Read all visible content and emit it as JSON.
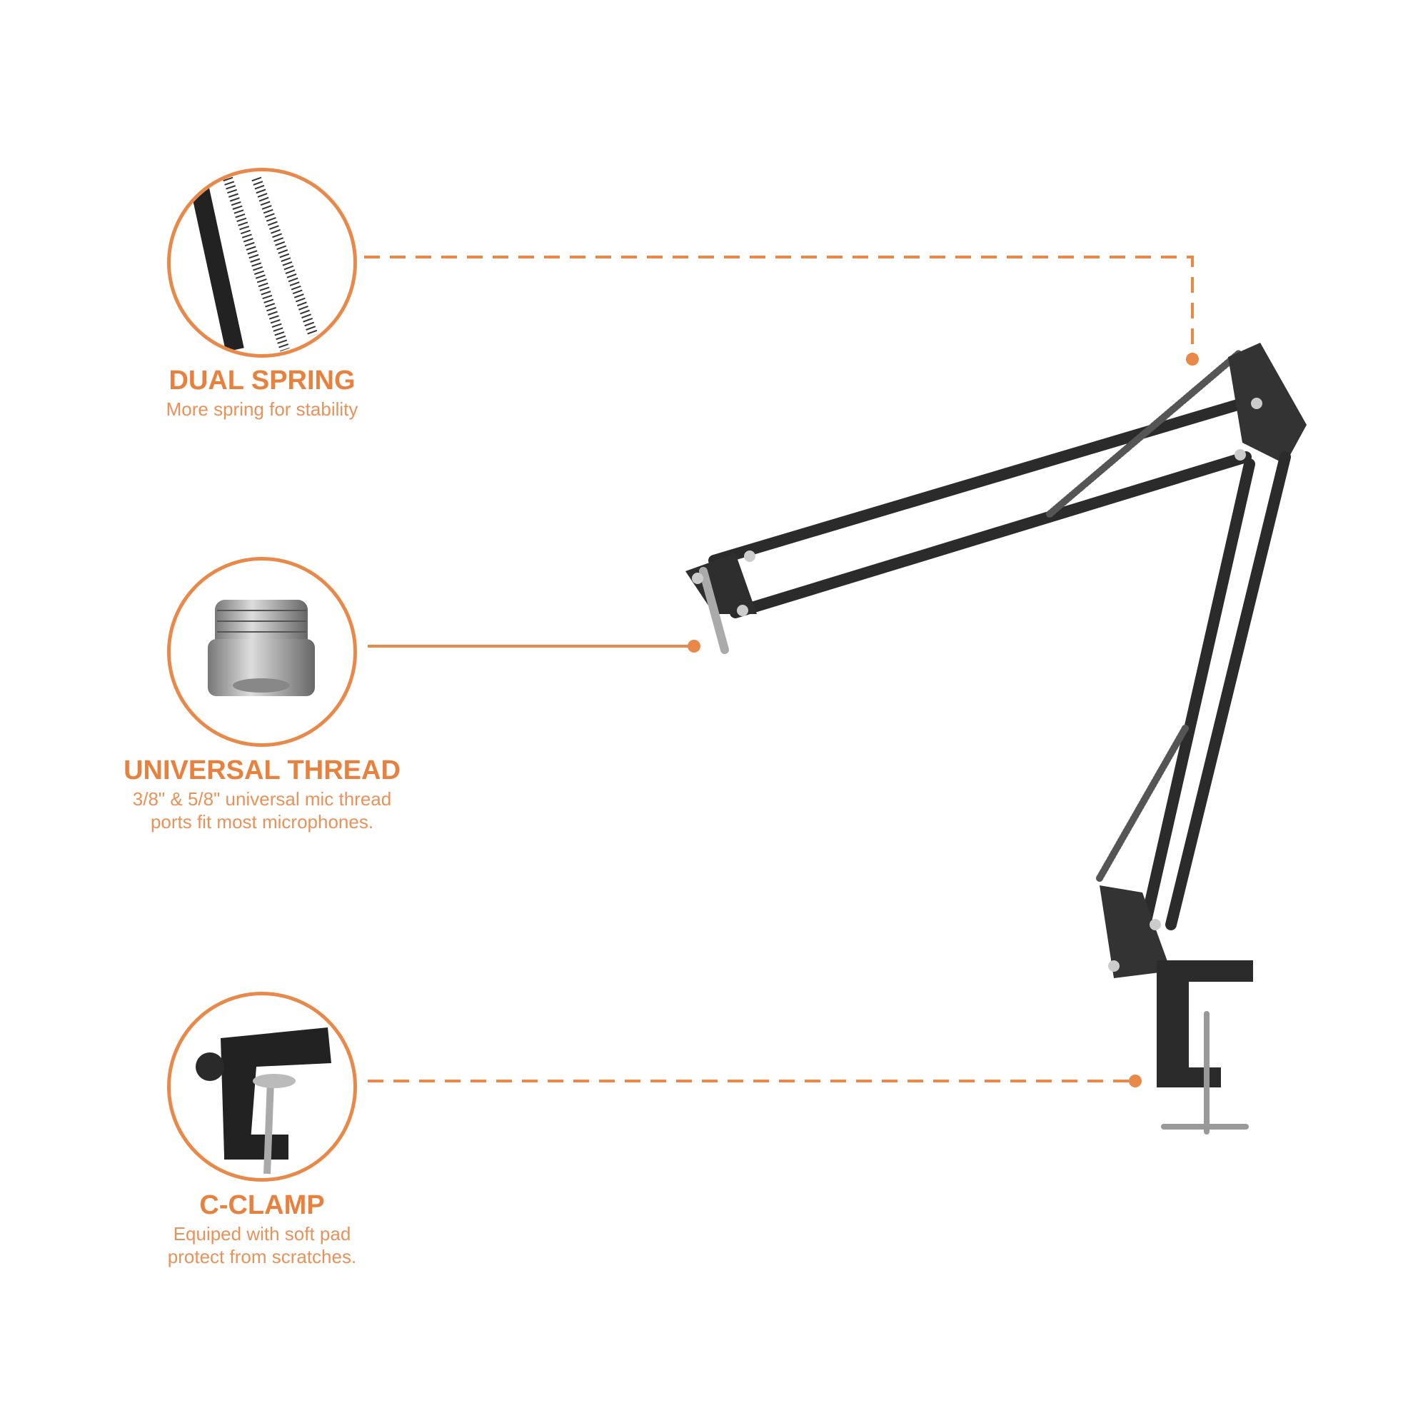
{
  "accent_color": "#e8813e",
  "features": [
    {
      "title": "DUAL SPRING",
      "lines": [
        "More spring for stability"
      ],
      "icon": "spring-icon"
    },
    {
      "title": "UNIVERSAL THREAD",
      "lines": [
        "3/8\" & 5/8\" universal mic thread",
        "ports fit most microphones."
      ],
      "icon": "thread-adapter-icon"
    },
    {
      "title": "C-CLAMP",
      "lines": [
        "Equiped with soft pad",
        "protect from scratches."
      ],
      "icon": "c-clamp-icon"
    }
  ]
}
